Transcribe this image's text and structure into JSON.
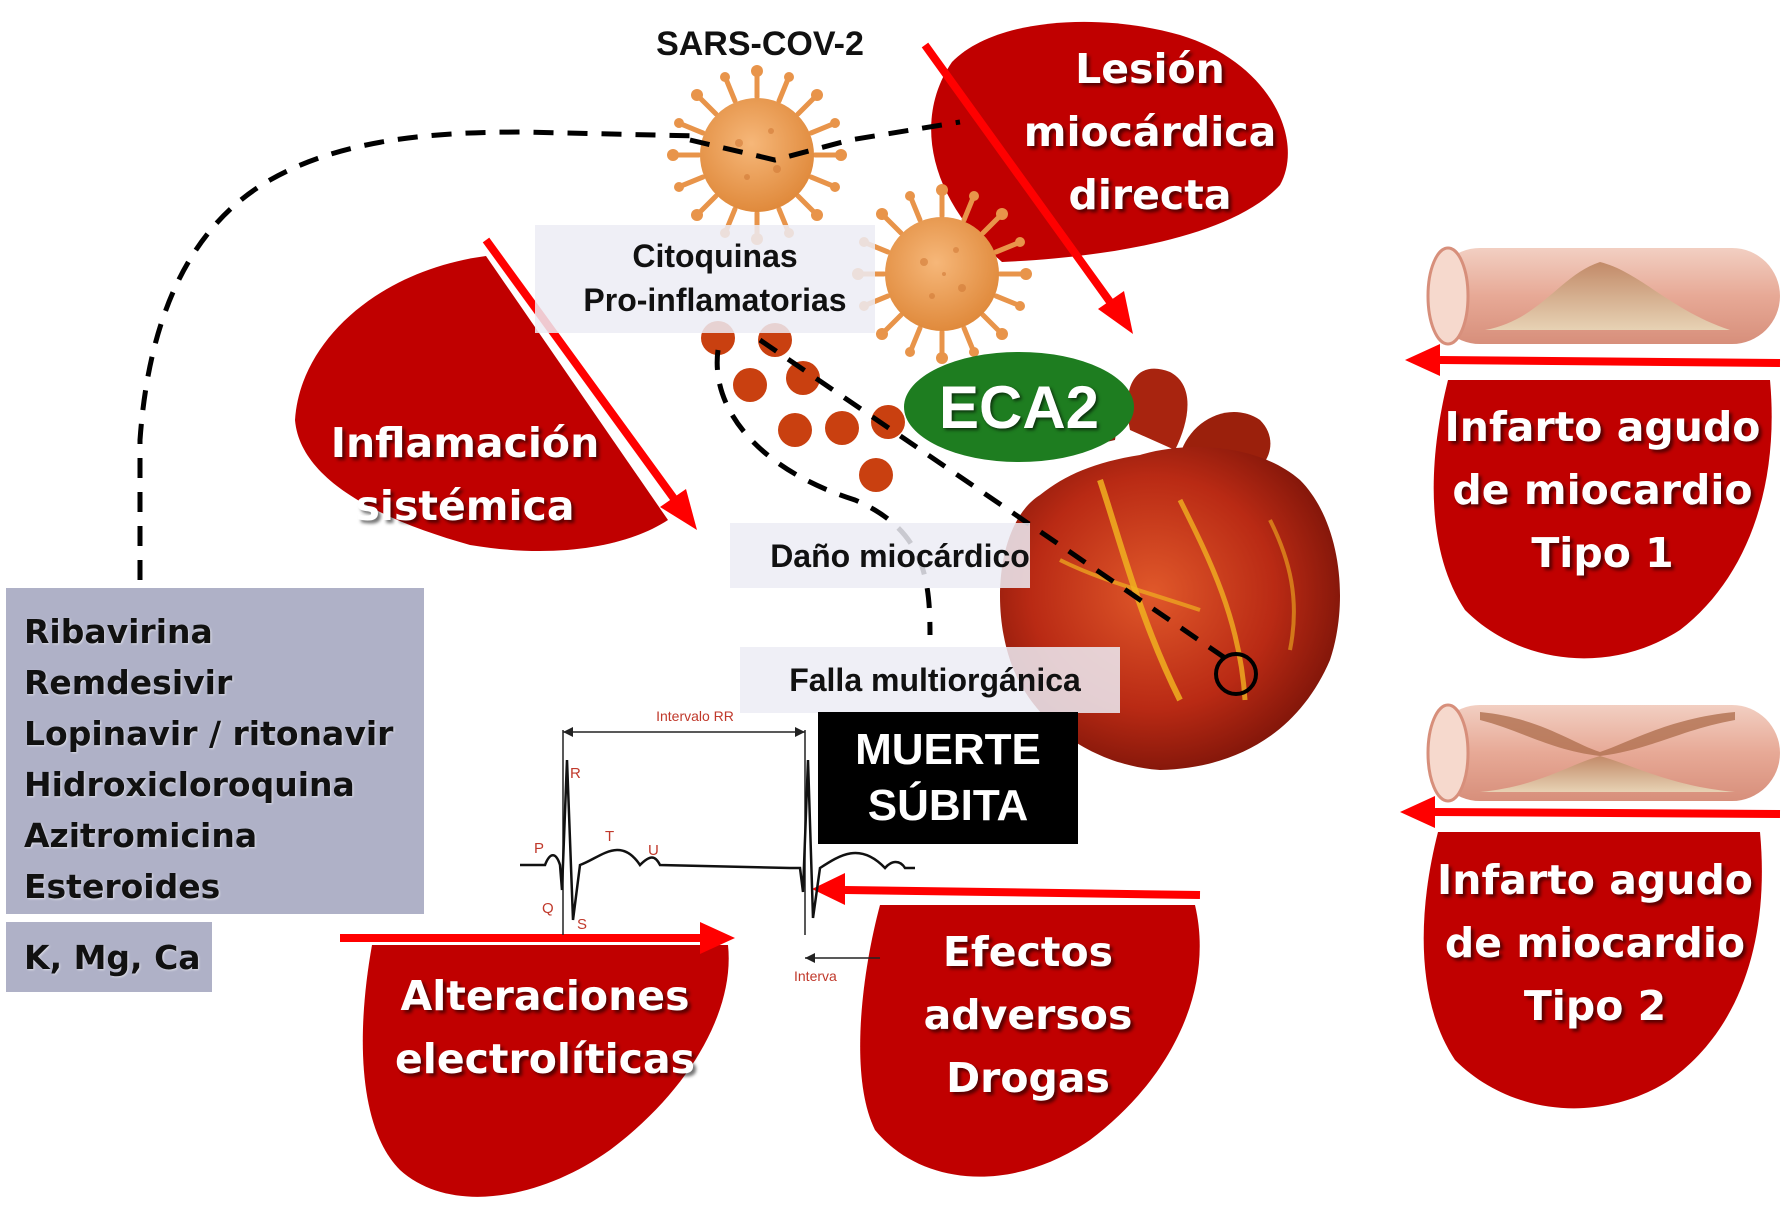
{
  "virus_label": "SARS-COV-2",
  "cytokines_label": "Citoquinas\nPro-inflamatorias",
  "eca2_label": "ECA2",
  "myocardial_damage_label": "Daño miocárdico",
  "multiorgan_failure_label": "Falla multiorgánica",
  "sudden_death_label": "MUERTE\nSÚBITA",
  "direct_injury_label": "Lesión\nmiocárdica\ndirecta",
  "systemic_inflammation_label": "Inflamación\nsistémica",
  "electrolyte_label": "Alteraciones\nelectrolíticas",
  "drug_effects_label": "Efectos\nadversos\nDrogas",
  "mi_type1_label": "Infarto agudo\nde miocardio\nTipo 1",
  "mi_type2_label": "Infarto agudo\nde miocardio\nTipo 2",
  "drugs": [
    "Ribavirina",
    "Remdesivir",
    "Lopinavir / ritonavir",
    "Hidroxicloroquina",
    "Azitromicina",
    "Esteroides"
  ],
  "electrolytes": "K, Mg, Ca",
  "ecg": {
    "rr_interval_label": "Intervalo RR",
    "wave_labels": [
      "R",
      "P",
      "T",
      "U",
      "Q",
      "S"
    ],
    "bottom_interval_label": "Interva"
  },
  "colors": {
    "blob_red": "#c00000",
    "arrow_red": "#ff0000",
    "eca2_green": "#1e7d20",
    "panel_gray": "#afb1c7",
    "virus_orange": "#e8944a",
    "cytokine_dot": "#c94010",
    "death_box": "#000000"
  }
}
